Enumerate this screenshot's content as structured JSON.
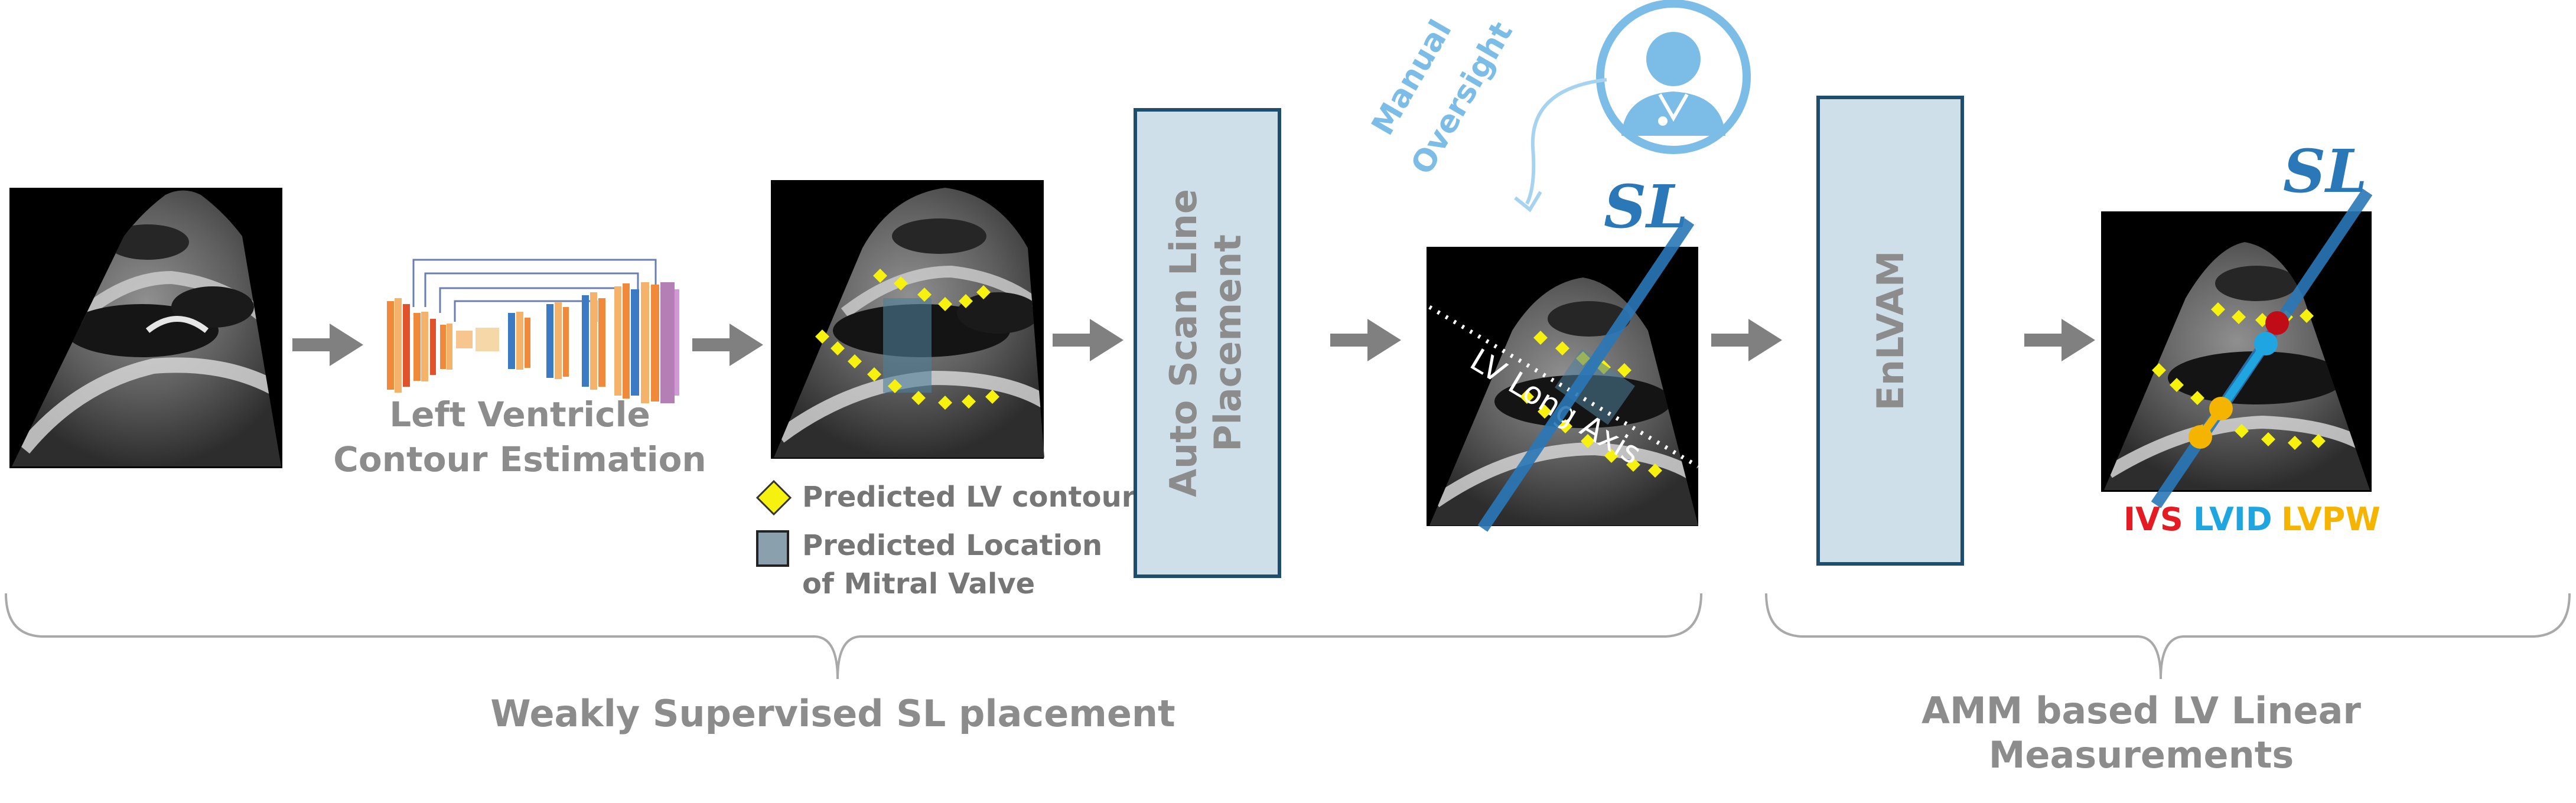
{
  "unet_caption": {
    "line1": "Left Ventricle",
    "line2": "Contour Estimation"
  },
  "legend": {
    "contour": "Predicted LV contour",
    "valve_line1": "Predicted Location",
    "valve_line2": "of  Mitral Valve"
  },
  "scan_line_box": {
    "line1": "Auto Scan Line",
    "line2": "Placement"
  },
  "oversight": {
    "line1": "Manual",
    "line2": "Oversight"
  },
  "sl_mark_1": "SL",
  "sl_mark_2": "SL",
  "long_axis": "LV Long Axis",
  "enlvam_box": "EnLVAM",
  "measures": {
    "ivs": "IVS",
    "lvid": "LVID",
    "lvpw": "LVPW"
  },
  "groups": {
    "left": "Weakly Supervised SL placement",
    "right_line1": "AMM based LV Linear",
    "right_line2": "Measurements"
  },
  "colors": {
    "arrow": "#808080",
    "box_fill": "#cfdfe9",
    "box_stroke": "#1e4e6b",
    "contour": "#f6f10f",
    "sl_blue": "#2a78b8",
    "ivs": "#e51b23",
    "lvid": "#1fa6e0",
    "lvpw": "#f5b400",
    "oversight": "#7bbde6",
    "bracket": "#a9a9a9",
    "label_gray": "#8c8c8c"
  }
}
